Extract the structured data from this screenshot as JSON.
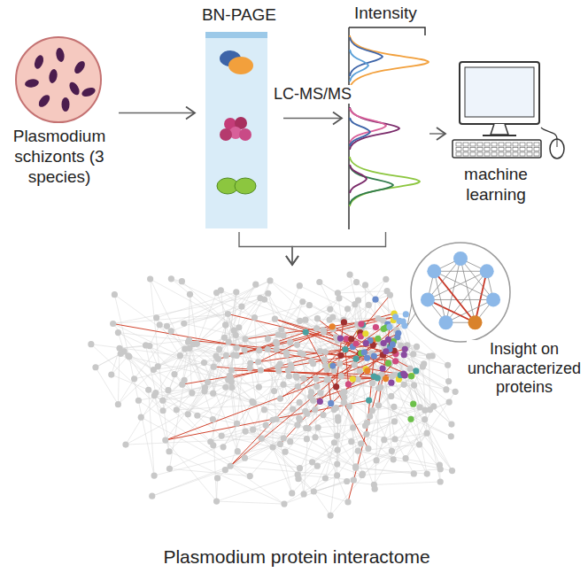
{
  "diagram": {
    "nodes": [
      {
        "text": [
          "Plasmodium schizonts (3 species)"
        ]
      },
      {
        "text": [
          "BN-PAGE"
        ]
      },
      {
        "text": [
          "Intensity"
        ]
      },
      {
        "text": [
          "machine learning"
        ]
      },
      {
        "text": [
          "Plasmodium protein interactome"
        ]
      },
      {
        "text": [
          "Insight on uncharacterized proteins"
        ]
      }
    ],
    "edges": [
      {
        "from": 0,
        "to": 1,
        "arrow": "to"
      },
      {
        "from": 1,
        "to": 2,
        "label": "LC-MS/MS",
        "arrow": "to"
      },
      {
        "from": 2,
        "to": 3,
        "arrow": "to"
      },
      {
        "from": 1,
        "to": 4,
        "arrow": "to"
      },
      {
        "from": 2,
        "to": 4,
        "arrow": "to"
      },
      {
        "from": 4,
        "to": 5,
        "arrow": "none"
      }
    ]
  }
}
